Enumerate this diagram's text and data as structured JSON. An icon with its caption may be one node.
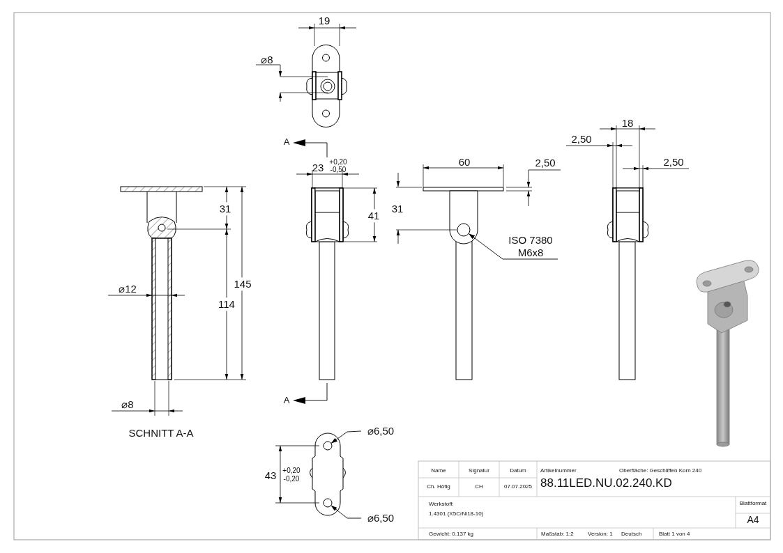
{
  "diagram": {
    "nodes": [
      {
        "text": [
          "ISO 7380 M6x8"
        ]
      },
      {
        "text": [],
        "shape": "circle"
      },
      {
        "text": [
          "⌀6,50"
        ]
      },
      {
        "text": [],
        "shape": "circle"
      },
      {
        "text": [
          "⌀6,50"
        ]
      },
      {
        "text": [],
        "shape": "circle"
      }
    ],
    "edges": [
      {
        "from": 0,
        "to": 1,
        "arrow": "to"
      },
      {
        "from": 2,
        "to": 3,
        "arrow": "to"
      },
      {
        "from": 4,
        "to": 5,
        "arrow": "to"
      }
    ],
    "labels": [
      "19",
      "⌀8",
      "18",
      "A",
      "2,50",
      "23",
      "+0,20",
      "-0,50",
      "60",
      "2,50",
      "2,50",
      "31",
      "31",
      "41",
      "145",
      "114",
      "⌀12",
      "A",
      "⌀8",
      "SCHNITT A-A",
      "43",
      "+0,20",
      "-0,20",
      "Name",
      "Signatur",
      "Datum",
      "Artikelnummer",
      "Oberfläche: Geschliffen Korn 240",
      "Ch. Höfig",
      "CH",
      "07.07.2025",
      "88.11LED.NU.02.240.KD",
      "Werkstoff:",
      "1.4301 (X5CrNi18-10)",
      "Blattformat",
      "A4",
      "Gewicht: 0.137 kg",
      "Maßstab: 1:2",
      "Version: 1",
      "Deutsch",
      "Blatt 1 von 4"
    ]
  }
}
